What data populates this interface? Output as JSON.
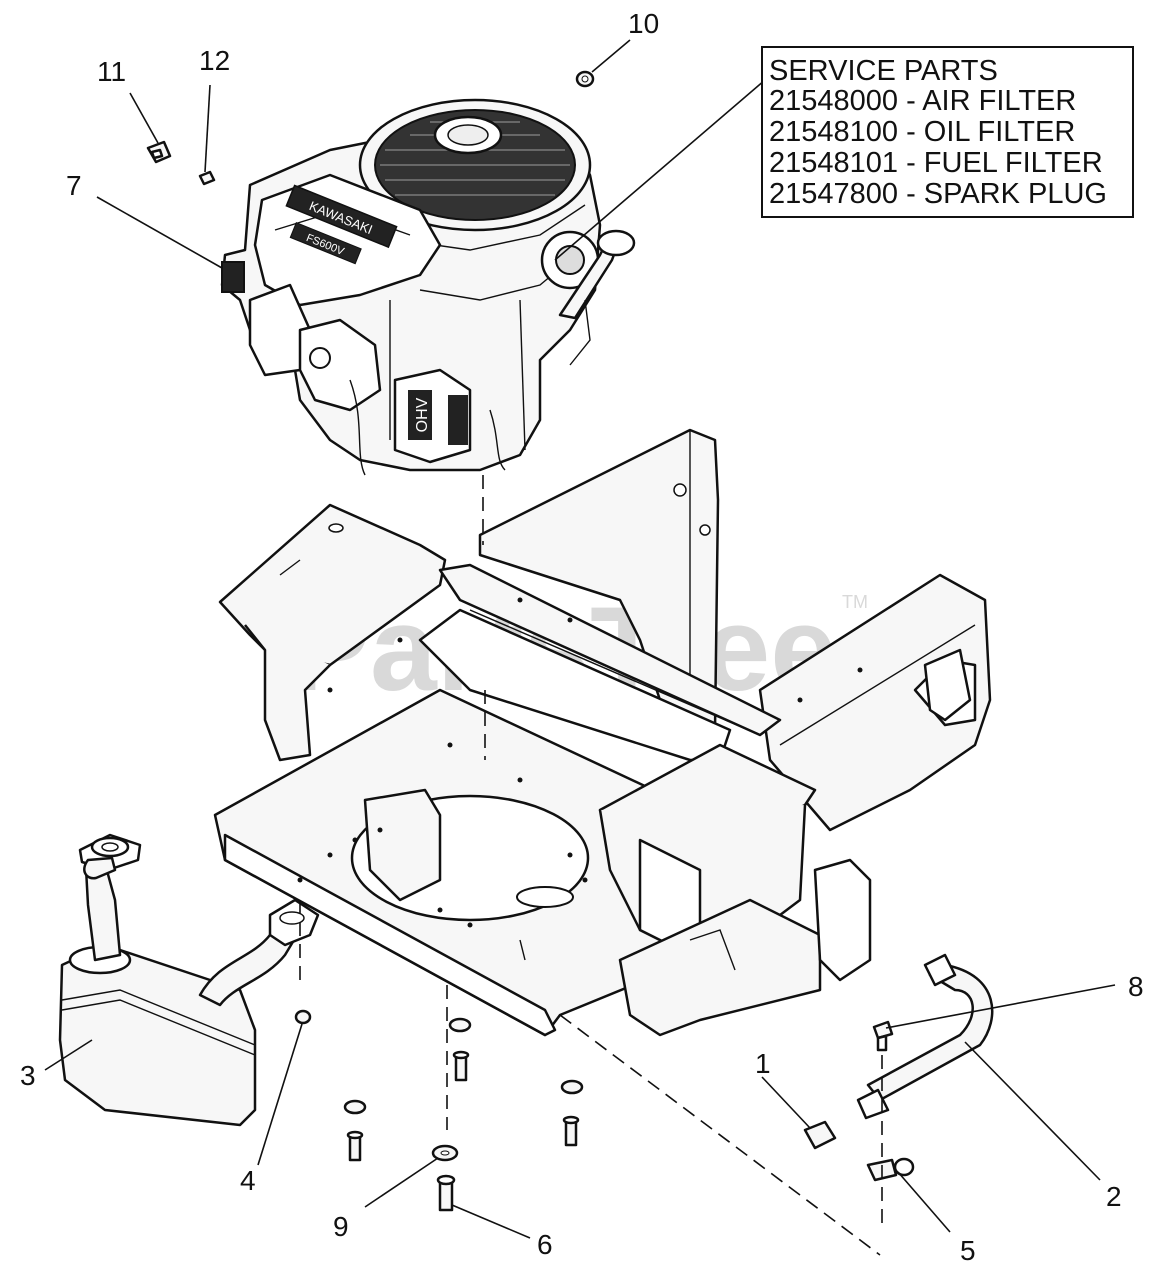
{
  "service_parts": {
    "title": "SERVICE PARTS",
    "lines": [
      "21548000 - AIR FILTER",
      "21548100 - OIL FILTER",
      "21548101 - FUEL FILTER",
      "21547800 - SPARK PLUG"
    ]
  },
  "callouts": {
    "c1": "1",
    "c2": "2",
    "c3": "3",
    "c4": "4",
    "c5": "5",
    "c6": "6",
    "c7": "7",
    "c8": "8",
    "c9": "9",
    "c10": "10",
    "c11": "11",
    "c12": "12"
  },
  "watermark": {
    "text": "PartsTree",
    "tm": "TM"
  },
  "engine_label": {
    "brand": "KAWASAKI",
    "model": "FS600V",
    "ohv": "OHV"
  }
}
